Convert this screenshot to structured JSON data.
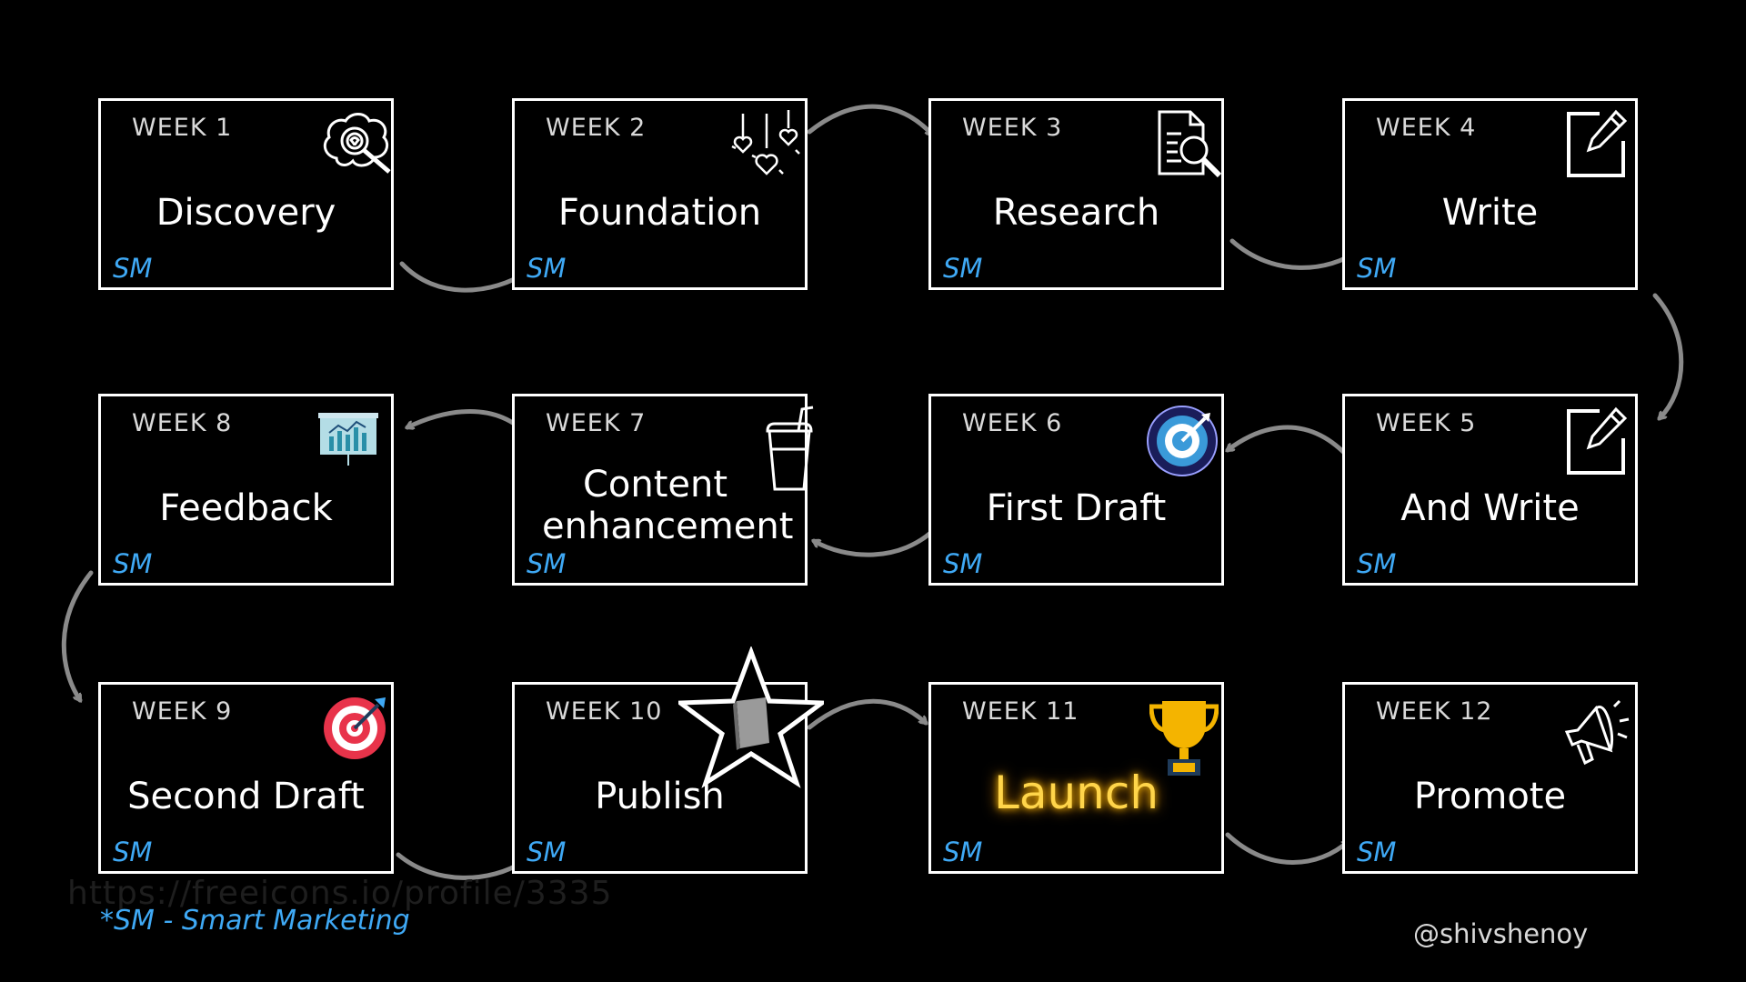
{
  "cards": [
    {
      "week": "WEEK 1",
      "title": "Discovery",
      "tag": "SM"
    },
    {
      "week": "WEEK 2",
      "title": "Foundation",
      "tag": "SM"
    },
    {
      "week": "WEEK 3",
      "title": "Research",
      "tag": "SM"
    },
    {
      "week": "WEEK 4",
      "title": "Write",
      "tag": "SM"
    },
    {
      "week": "WEEK 5",
      "title": "And Write",
      "tag": "SM"
    },
    {
      "week": "WEEK 6",
      "title": "First Draft",
      "tag": "SM"
    },
    {
      "week": "WEEK 7",
      "title": "Content enhancement",
      "tag": "SM"
    },
    {
      "week": "WEEK 8",
      "title": "Feedback",
      "tag": "SM"
    },
    {
      "week": "WEEK 9",
      "title": "Second Draft",
      "tag": "SM"
    },
    {
      "week": "WEEK 10",
      "title": "Publish",
      "tag": "SM"
    },
    {
      "week": "WEEK 11",
      "title": "Launch",
      "tag": "SM"
    },
    {
      "week": "WEEK 12",
      "title": "Promote",
      "tag": "SM"
    }
  ],
  "icons": [
    "brain-search-icon",
    "hanging-hearts-icon",
    "document-search-icon",
    "edit-note-icon",
    "edit-note-icon",
    "target-icon",
    "drink-cup-icon",
    "presentation-chart-icon",
    "bullseye-icon",
    "star-book-icon",
    "trophy-icon",
    "megaphone-icon"
  ],
  "footnote": "*SM - Smart Marketing",
  "watermark": "https://freeicons.io/profile/3335",
  "handle": "@shivshenoy",
  "colors": {
    "background": "#000000",
    "card_border": "#ffffff",
    "tag": "#3fa9f5",
    "connector": "#8a8a8a",
    "launch": "#ffd54a"
  }
}
